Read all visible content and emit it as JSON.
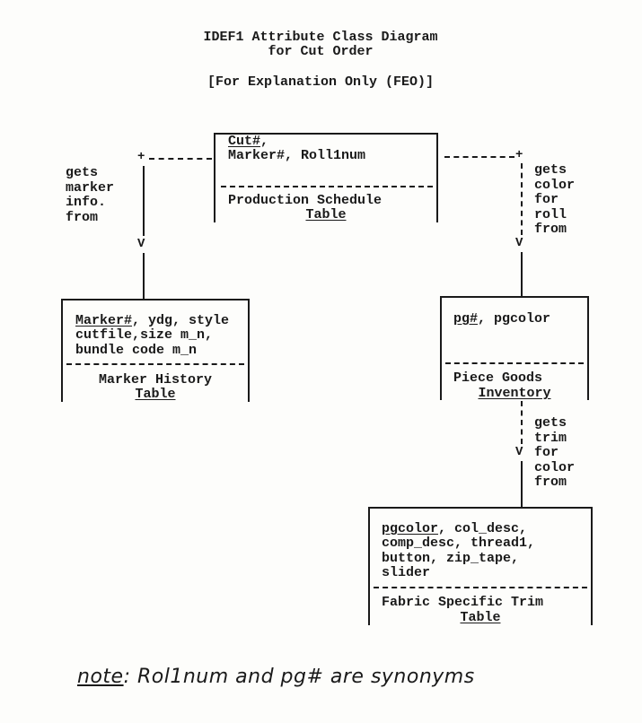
{
  "header": {
    "title": "IDEF1 Attribute Class Diagram",
    "subtitle_prefix": "for ",
    "subtitle_emph": "Cut Order",
    "note": "[For Explanation Only (FEO)]"
  },
  "tables": {
    "production_schedule": {
      "key": "Cut#",
      "key_suffix": ",",
      "attrs": [
        "Marker#, Roll1num"
      ],
      "name_line1": "Production Schedule",
      "name_line2": "Table"
    },
    "marker_history": {
      "key": "Marker#",
      "key_suffix": ", ydg, style",
      "attrs": [
        "cutfile,size m_n,",
        "bundle code m_n"
      ],
      "name_line1": "Marker History",
      "name_line2": "Table"
    },
    "piece_goods": {
      "key": "pg#",
      "key_suffix": ", pgcolor",
      "attrs": [],
      "name_line1": "Piece Goods",
      "name_line2": "Inventory"
    },
    "fabric_trim": {
      "key": "pgcolor",
      "key_suffix": ", col_desc,",
      "attrs": [
        "comp_desc, thread1,",
        "button, zip_tape,",
        "slider"
      ],
      "name_line1": "Fabric Specific Trim",
      "name_line2": "Table"
    }
  },
  "relations": {
    "marker": [
      "gets",
      "marker",
      "info.",
      "from"
    ],
    "color": [
      "gets",
      "color",
      "for",
      "roll",
      "from"
    ],
    "trim": [
      "gets",
      "trim",
      "for",
      "color",
      "from"
    ]
  },
  "footnote": {
    "label": "note",
    "text": ": Rol1num and pg# are synonyms"
  }
}
